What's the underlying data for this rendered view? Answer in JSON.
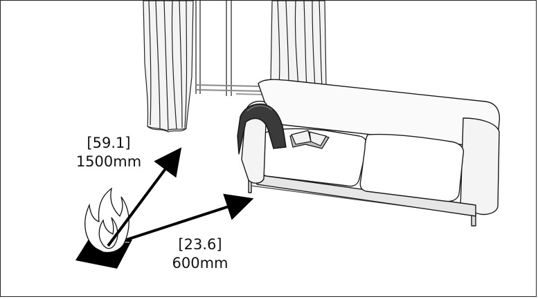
{
  "diagram": {
    "window_distance": {
      "inches": "[59.1]",
      "mm": "1500mm"
    },
    "sofa_distance": {
      "inches": "[23.6]",
      "mm": "600mm"
    }
  },
  "objects": {
    "fire_source": "flame-icon",
    "curtains": "curtain-icon",
    "sofa": "sofa-icon",
    "book": "book-icon"
  },
  "colors": {
    "arrow": "#000000",
    "line": "#1a1a1a",
    "surface": "#ffffff",
    "shade": "#e9e9e9"
  }
}
